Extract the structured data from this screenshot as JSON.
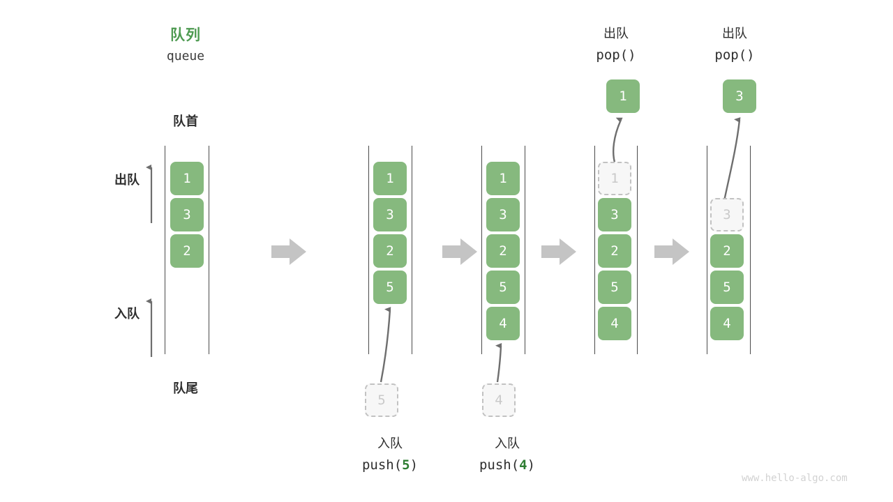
{
  "diagram": {
    "title_cn": "队列",
    "title_en": "queue",
    "front_label": "队首",
    "rear_label": "队尾",
    "dequeue_label": "出队",
    "enqueue_label": "入队",
    "watermark": "www.hello-algo.com",
    "colors": {
      "cell_green": "#86b97e",
      "title_green": "#4e9a51",
      "arg_green": "#2e7d32",
      "rail_gray": "#4a4a4a",
      "ghost_fill": "#f7f7f7",
      "ghost_border": "#c2c2c2",
      "ghost_text": "#c9c9c9",
      "step_arrow_gray": "#c4c4c4",
      "thin_arrow_gray": "#6e6e6e",
      "watermark_gray": "#d2d2d2"
    }
  },
  "columns": [
    {
      "id": "initial",
      "cells": [
        {
          "value": "1",
          "state": "filled"
        },
        {
          "value": "3",
          "state": "filled"
        },
        {
          "value": "2",
          "state": "filled"
        }
      ],
      "side_labels": {
        "dequeue": "出队",
        "enqueue": "入队"
      },
      "anchors": {
        "front": "队首",
        "rear": "队尾"
      }
    },
    {
      "id": "push-5",
      "cells": [
        {
          "value": "1",
          "state": "filled"
        },
        {
          "value": "3",
          "state": "filled"
        },
        {
          "value": "2",
          "state": "filled"
        },
        {
          "value": "5",
          "state": "filled"
        }
      ],
      "incoming": {
        "value": "5",
        "state": "ghost"
      },
      "caption_cn": "入队",
      "caption_code_prefix": "push(",
      "caption_code_arg": "5",
      "caption_code_suffix": ")"
    },
    {
      "id": "push-4",
      "cells": [
        {
          "value": "1",
          "state": "filled"
        },
        {
          "value": "3",
          "state": "filled"
        },
        {
          "value": "2",
          "state": "filled"
        },
        {
          "value": "5",
          "state": "filled"
        },
        {
          "value": "4",
          "state": "filled"
        }
      ],
      "incoming": {
        "value": "4",
        "state": "ghost"
      },
      "caption_cn": "入队",
      "caption_code_prefix": "push(",
      "caption_code_arg": "4",
      "caption_code_suffix": ")"
    },
    {
      "id": "pop-1",
      "cells": [
        {
          "value": "1",
          "state": "ghost"
        },
        {
          "value": "3",
          "state": "filled"
        },
        {
          "value": "2",
          "state": "filled"
        },
        {
          "value": "5",
          "state": "filled"
        },
        {
          "value": "4",
          "state": "filled"
        }
      ],
      "outgoing": {
        "value": "1",
        "state": "filled"
      },
      "header_cn": "出队",
      "header_code": "pop()"
    },
    {
      "id": "pop-3",
      "cells": [
        {
          "value": "",
          "state": "empty"
        },
        {
          "value": "3",
          "state": "ghost"
        },
        {
          "value": "2",
          "state": "filled"
        },
        {
          "value": "5",
          "state": "filled"
        },
        {
          "value": "4",
          "state": "filled"
        }
      ],
      "outgoing": {
        "value": "3",
        "state": "filled"
      },
      "header_cn": "出队",
      "header_code": "pop()"
    }
  ]
}
